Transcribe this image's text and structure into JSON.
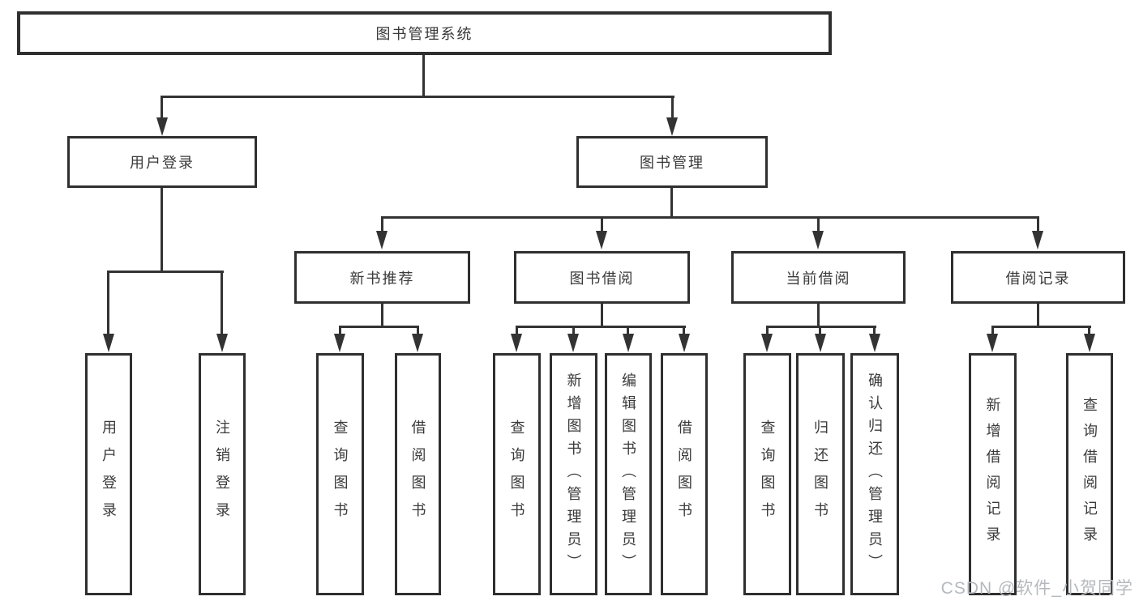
{
  "diagram": {
    "root": {
      "label": "图书管理系统"
    },
    "level2": [
      {
        "label": "用户登录"
      },
      {
        "label": "图书管理"
      }
    ],
    "level3": [
      {
        "label": "新书推荐"
      },
      {
        "label": "图书借阅"
      },
      {
        "label": "当前借阅"
      },
      {
        "label": "借阅记录"
      }
    ],
    "leaves": {
      "user_login": [
        {
          "label": "用户登录"
        },
        {
          "label": "注销登录"
        }
      ],
      "new_book_recommend": [
        {
          "label": "查询图书"
        },
        {
          "label": "借阅图书"
        }
      ],
      "book_borrow": [
        {
          "label": "查询图书"
        },
        {
          "label": "新增图书（管理员）"
        },
        {
          "label": "编辑图书（管理员）"
        },
        {
          "label": "借阅图书"
        }
      ],
      "current_borrow": [
        {
          "label": "查询图书"
        },
        {
          "label": "归还图书"
        },
        {
          "label": "确认归还（管理员）"
        }
      ],
      "borrow_record": [
        {
          "label": "新增借阅记录"
        },
        {
          "label": "查询借阅记录"
        }
      ]
    },
    "watermark": "CSDN @软件_小贺同学",
    "colors": {
      "line": "#333333",
      "box_border": "#2f2f2f",
      "text": "#3a3a3a",
      "watermark": "#b5b9be",
      "background": "#ffffff"
    }
  }
}
